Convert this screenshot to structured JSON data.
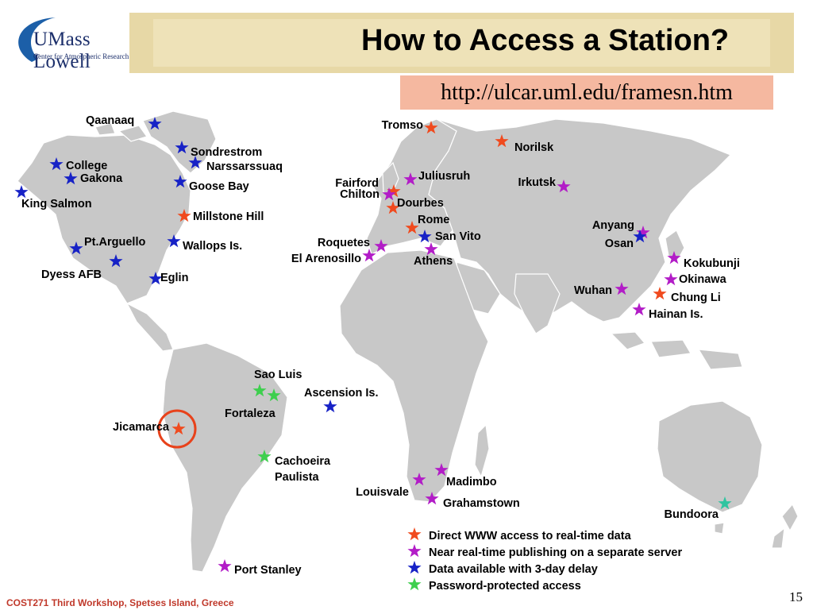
{
  "logo": {
    "name": "UMass Lowell",
    "subtitle": "Center for Atmospheric Research"
  },
  "title": "How to Access a Station?",
  "url": "http://ulcar.uml.edu/framesn.htm",
  "colors": {
    "direct": "#f04a1e",
    "near": "#b21cc7",
    "delay": "#1722c6",
    "password": "#3ecf4e",
    "bundoora": "#2ec4a0",
    "land": "#c8c8c8"
  },
  "legend": [
    {
      "key": "direct",
      "text": "Direct WWW access to real-time data"
    },
    {
      "key": "near",
      "text": "Near real-time publishing on a separate server"
    },
    {
      "key": "delay",
      "text": "Data available with 3-day delay"
    },
    {
      "key": "password",
      "text": "Password-protected access"
    }
  ],
  "stations": [
    {
      "name": "Qaanaaq",
      "access": "delay"
    },
    {
      "name": "Sondrestrom",
      "access": "delay"
    },
    {
      "name": "Narssarssuaq",
      "access": "delay"
    },
    {
      "name": "College",
      "access": "delay"
    },
    {
      "name": "Gakona",
      "access": "delay"
    },
    {
      "name": "Goose Bay",
      "access": "delay"
    },
    {
      "name": "King Salmon",
      "access": "delay"
    },
    {
      "name": "Millstone Hill",
      "access": "direct"
    },
    {
      "name": "Pt.Arguello",
      "access": "delay"
    },
    {
      "name": "Wallops Is.",
      "access": "delay"
    },
    {
      "name": "Dyess AFB",
      "access": "delay"
    },
    {
      "name": "Eglin",
      "access": "delay"
    },
    {
      "name": "Tromso",
      "access": "direct"
    },
    {
      "name": "Norilsk",
      "access": "direct"
    },
    {
      "name": "Juliusruh",
      "access": "near"
    },
    {
      "name": "Fairford",
      "access": "direct"
    },
    {
      "name": "Chilton",
      "access": "near"
    },
    {
      "name": "Irkutsk",
      "access": "near"
    },
    {
      "name": "Dourbes",
      "access": "direct"
    },
    {
      "name": "Rome",
      "access": "direct"
    },
    {
      "name": "San Vito",
      "access": "delay"
    },
    {
      "name": "Athens",
      "access": "near"
    },
    {
      "name": "Roquetes",
      "access": "near"
    },
    {
      "name": "El Arenosillo",
      "access": "near"
    },
    {
      "name": "Anyang",
      "access": "near"
    },
    {
      "name": "Osan",
      "access": "delay"
    },
    {
      "name": "Kokubunji",
      "access": "near"
    },
    {
      "name": "Okinawa",
      "access": "near"
    },
    {
      "name": "Wuhan",
      "access": "near"
    },
    {
      "name": "Chung Li",
      "access": "direct"
    },
    {
      "name": "Hainan Is.",
      "access": "near"
    },
    {
      "name": "Sao Luis",
      "access": "password"
    },
    {
      "name": "Fortaleza",
      "access": "password"
    },
    {
      "name": "Ascension Is.",
      "access": "delay"
    },
    {
      "name": "Jicamarca",
      "access": "direct"
    },
    {
      "name": "Cachoeira",
      "access": "password"
    },
    {
      "name": "Paulista",
      "access": "password"
    },
    {
      "name": "Louisvale",
      "access": "near"
    },
    {
      "name": "Madimbo",
      "access": "near"
    },
    {
      "name": "Grahamstown",
      "access": "near"
    },
    {
      "name": "Bundoora",
      "access": "bundoora"
    },
    {
      "name": "Port Stanley",
      "access": "near"
    }
  ],
  "highlight": "Jicamarca",
  "footer": "COST271 Third Workshop, Spetses Island, Greece",
  "page_number": "15"
}
